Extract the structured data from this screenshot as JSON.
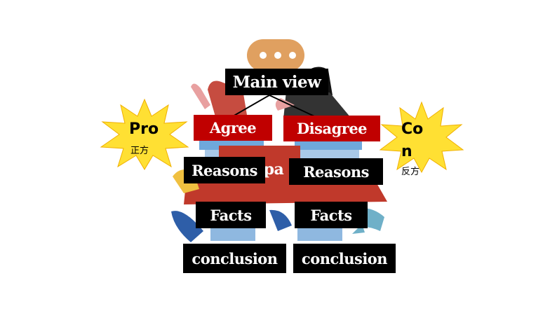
{
  "diagram": {
    "main_view": "Main view",
    "agree": "Agree",
    "disagree": "Disagree",
    "left_column": {
      "reasons": "Reasons",
      "facts": "Facts",
      "conclusion": "conclusion"
    },
    "right_column": {
      "reasons": "Reasons",
      "facts": "Facts",
      "conclusion": "conclusion"
    },
    "background_fragment": "pa"
  },
  "pro_badge": {
    "label": "Pro",
    "sub": "正方"
  },
  "con_badge": {
    "label_line1": "Co",
    "label_line2": "n",
    "sub": "反方"
  },
  "colors": {
    "box_black": "#000000",
    "box_red": "#c00000",
    "star_yellow": "#ffe033",
    "illustration_blue": "#6fa8dc",
    "illustration_red": "#c0392b",
    "bubble_orange": "#e0a060"
  },
  "icons": [
    "speech-bubble-icon",
    "debate-illustration",
    "pro-star-burst",
    "con-star-burst"
  ]
}
